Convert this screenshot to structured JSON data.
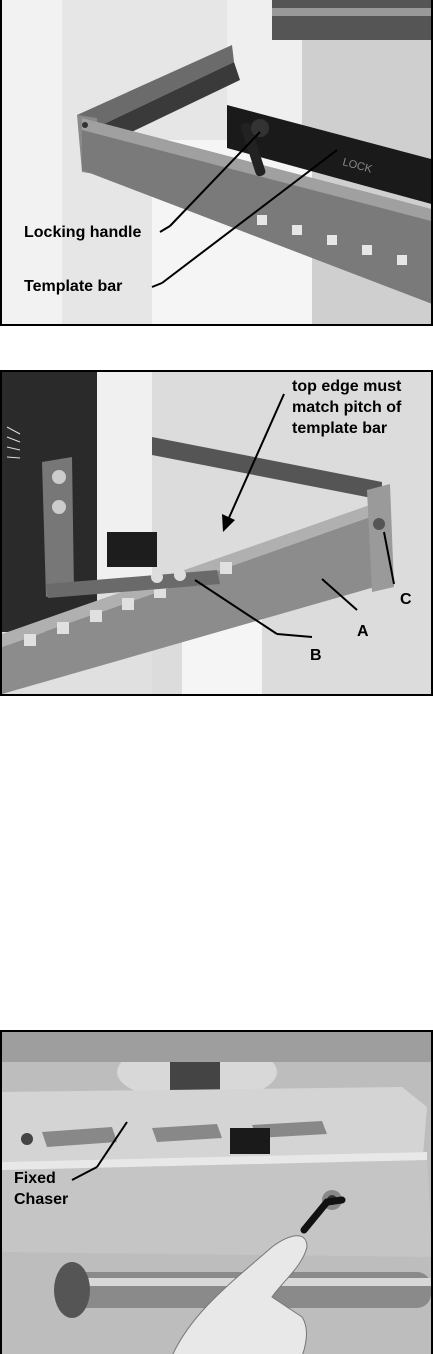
{
  "figure1": {
    "labels": {
      "locking_handle": "Locking handle",
      "template_bar": "Template bar"
    }
  },
  "figure2": {
    "labels": {
      "note_line1": "top edge must",
      "note_line2": "match pitch of",
      "note_line3": "template bar",
      "a": "A",
      "b": "B",
      "c": "C"
    }
  },
  "figure3": {
    "labels": {
      "fixed": "Fixed",
      "chaser": "Chaser"
    }
  }
}
